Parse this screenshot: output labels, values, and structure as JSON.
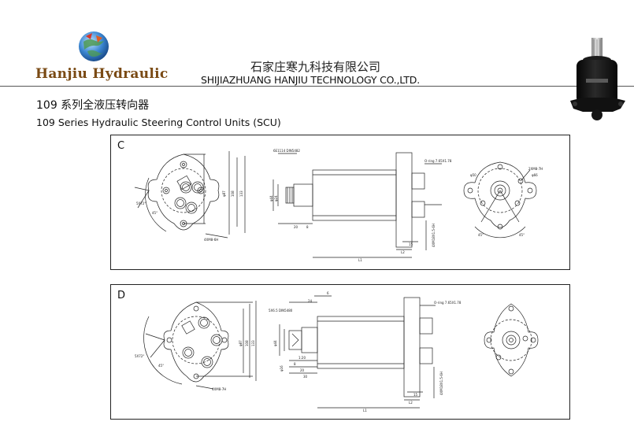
{
  "header": {
    "brand": "Hanjiu Hydraulic",
    "company_cn": "石家庄寒九科技有限公司",
    "company_en": "SHIJIAZHUANG HANJIU TECHNOLOGY CO.,LTD.",
    "logo_icon": "globe-logo-icon"
  },
  "title": {
    "cn": "109 系列全液压转向器",
    "en": "109 Series Hydraulic Steering Control Units (SCU)"
  },
  "panels": {
    "c": {
      "label": "C",
      "dims": {
        "spline": "6E1114 DIN5482",
        "oring": "O-ring 7.65X1.78",
        "d_inner": "φ24",
        "d_outer": "φ44",
        "len_20": "20",
        "len_8": "8",
        "l_ext": "L1",
        "l_flange": "L2",
        "len_15": "15",
        "angle_left": "45°",
        "angle_left2": "5X72°",
        "bolt_left": "4XM8-6H",
        "h1": "φ87",
        "h2": "108",
        "h3": "133",
        "d50": "φ50",
        "bolt_right": "2XM8-7H",
        "d_right": "φ66",
        "angle_r1": "45°",
        "angle_r2": "45°",
        "port_thread": "4XM18X1.5-6H"
      }
    },
    "d": {
      "label": "D",
      "dims": {
        "spline": "5X6.5 DIN5480",
        "oring": "O-ring 7.65X1.78",
        "len_24": "24",
        "len_6": "6",
        "d_inner": "φ44",
        "d_16": "φ16",
        "note_120": "1:20",
        "len_8": "8",
        "len_20": "20",
        "len_30": "30",
        "len_15": "15",
        "l_ext": "L1",
        "l_flange": "L2",
        "angle_left": "45°",
        "angle_left2": "5X72°",
        "bolt_left": "4XM8-7H",
        "h1": "φ87",
        "h2": "108",
        "h3": "133",
        "port_thread": "4XM18X1.5-6H"
      }
    }
  }
}
